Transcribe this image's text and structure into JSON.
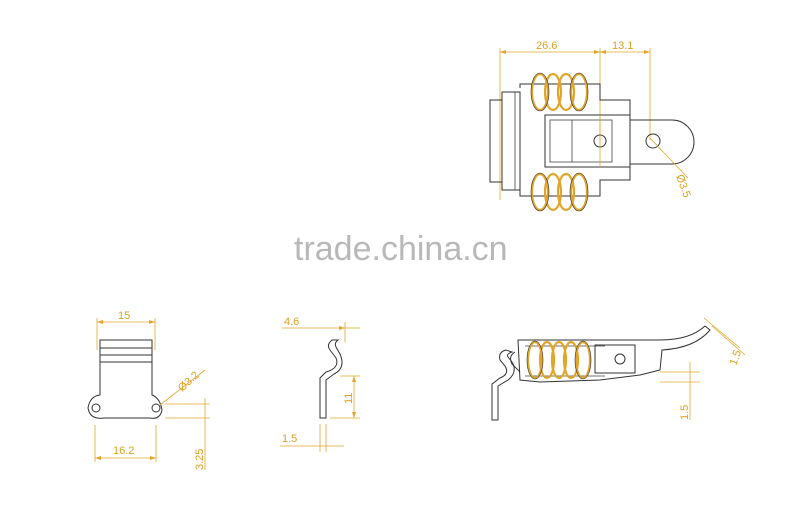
{
  "watermark": "trade.china.cn",
  "views": {
    "top": {
      "dims": [
        "26.6",
        "13.1",
        "Ø3.5"
      ]
    },
    "front": {
      "dims": [
        "15",
        "16.2",
        "Ø3.2",
        "3.25"
      ]
    },
    "side": {
      "dims": [
        "4.6",
        "11",
        "1.5"
      ]
    },
    "side_assembly": {
      "dims": [
        "1.5",
        "1.5"
      ]
    }
  },
  "colors": {
    "dimension": "#e0a020",
    "outline": "#333333",
    "watermark": "#b8b8b8"
  }
}
